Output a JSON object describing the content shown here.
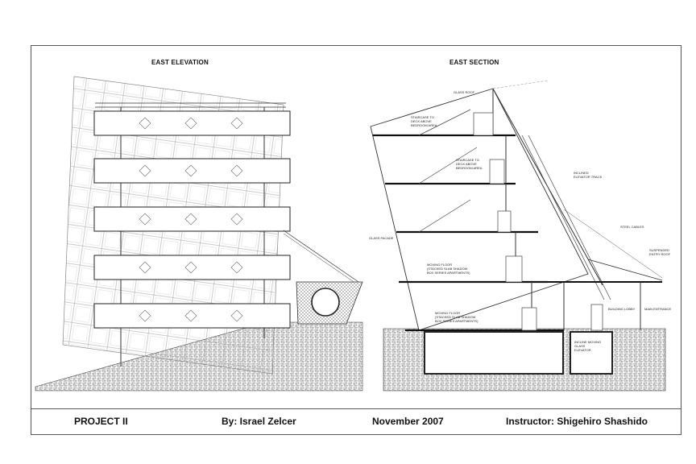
{
  "views": {
    "elevation_title": "EAST ELEVATION",
    "section_title": "EAST SECTION"
  },
  "section_notes": {
    "glass_roof": "GLASS ROOF",
    "stair_top": "STAIRCASE TO\nDECK ABOVE\nBEDROOM AREA",
    "stair_mid": "STAIRCASE TO\nDECK ABOVE\nBEDROOM AREA",
    "inclined_track": "INCLINED\nELEVATOR TRACK",
    "steel_cables": "STEEL CABLES",
    "glass_facade": "GLASS FACADE",
    "suspended_entry": "SUSPENDED\nENTRY ROOF",
    "moving_floor_upper": "MOVING FLOOR\n(STACKED SLAB SHADOW\nBOX SERIES APARTMENTS)",
    "moving_floor_lower": "MOVING FLOOR\n(STACKED SLAB SHADOW\nBOX SERIES APARTMENTS)",
    "building_lobby": "BUILDING LOBBY",
    "main_entrance": "MAIN ENTRANCE",
    "glass_elevator": "INCLINE MOVING\nGLASS\nELEVATOR"
  },
  "title_block": {
    "project": "PROJECT II",
    "author": "By: Israel Zelcer",
    "date": "November 2007",
    "instructor": "Instructor: Shigehiro Shashido"
  }
}
